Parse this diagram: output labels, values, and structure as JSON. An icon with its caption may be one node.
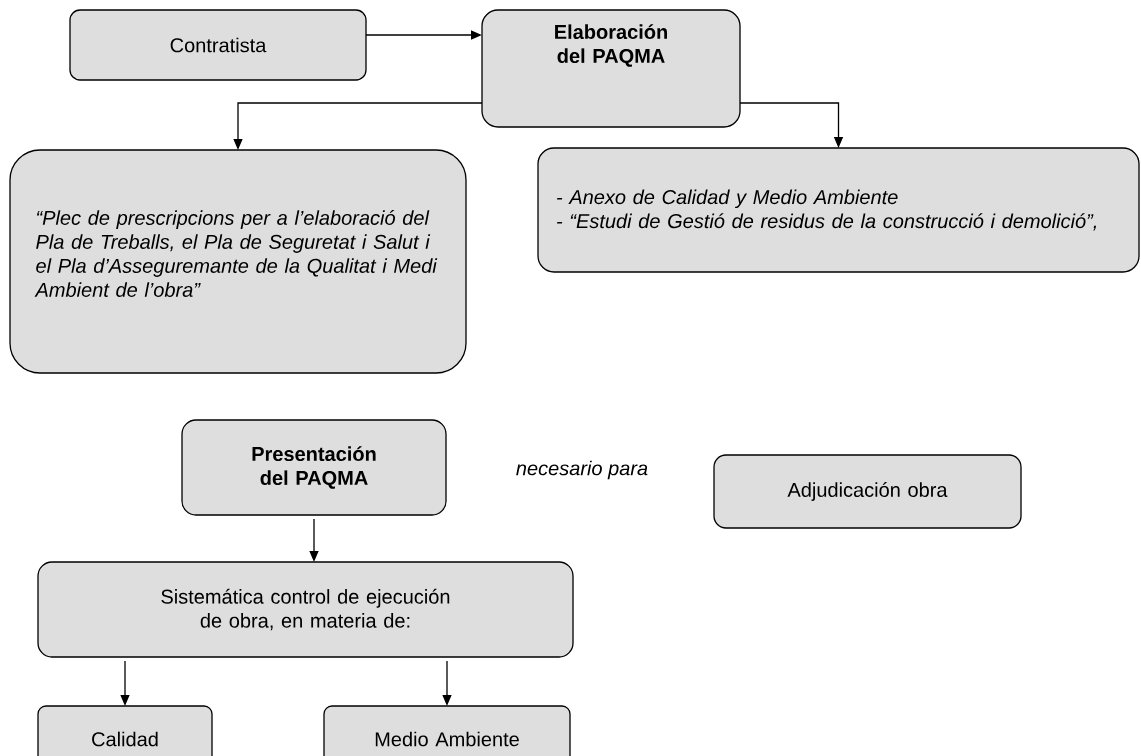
{
  "diagram": {
    "nodes": [
      {
        "text": [
          "Contratista"
        ]
      },
      {
        "text": [
          "Elaboración del PAQMA"
        ]
      },
      {
        "text": [
          "“Plec de prescripcions per a l’elaboració del Pla de Treballs, el Pla de Seguretat i Salut i el Pla d’Asseguremante de la Qualitat i Medi Ambient de l’obra”"
        ]
      },
      {
        "text": [
          "- Anexo de Calidad y Medio Ambiente",
          "- “Estudi de Gestió de residus de la construcció i demolició”,"
        ]
      },
      {
        "text": [
          "Presentación del PAQMA"
        ]
      },
      {
        "text": [
          "Adjudicación obra"
        ]
      },
      {
        "text": [
          "Sistemática control de ejecución de obra, en materia de:"
        ]
      },
      {
        "text": [
          "Calidad"
        ]
      },
      {
        "text": [
          "Medio Ambiente"
        ]
      }
    ],
    "edges": [
      {
        "from": 0,
        "to": 1,
        "arrow": "to"
      },
      {
        "from": 1,
        "to": 2,
        "arrow": "to"
      },
      {
        "from": 1,
        "to": 3,
        "arrow": "to"
      },
      {
        "from": 4,
        "to": 6,
        "arrow": "to"
      },
      {
        "from": 6,
        "to": 7,
        "arrow": "to"
      },
      {
        "from": 6,
        "to": 8,
        "arrow": "to"
      }
    ],
    "labels": [
      "necesario para"
    ]
  }
}
